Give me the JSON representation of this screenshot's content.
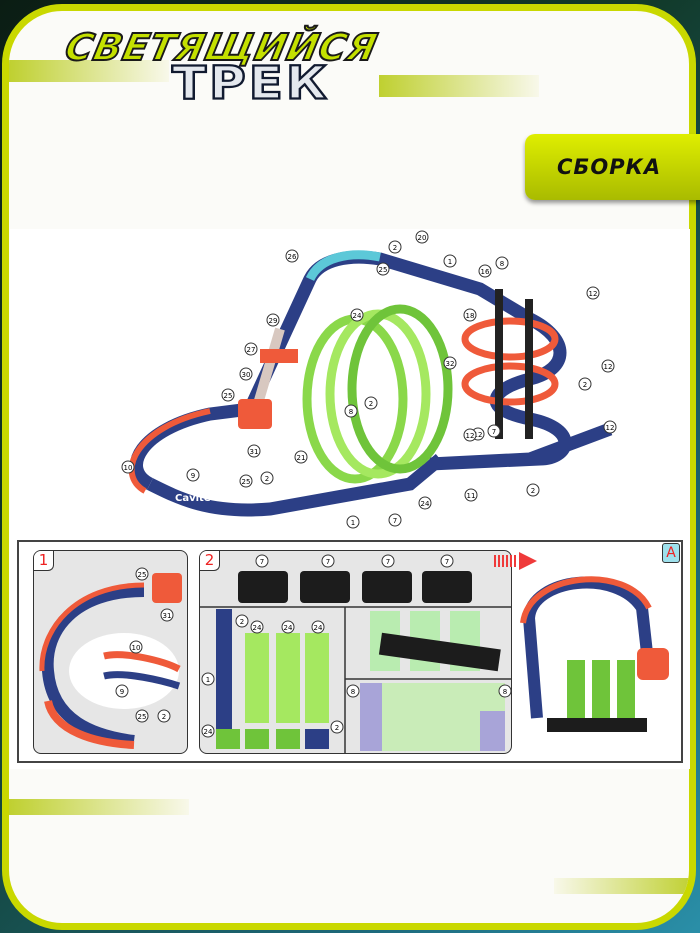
{
  "header": {
    "title_line1": "СВЕТЯЩИЙСЯ",
    "title_line2": "ТРЕК"
  },
  "section_badge": "СБОРКА",
  "overview_callouts": [
    "26",
    "2",
    "20",
    "1",
    "8",
    "16",
    "25",
    "12",
    "29",
    "24",
    "18",
    "27",
    "32",
    "12",
    "30",
    "2",
    "25",
    "8",
    "2",
    "12",
    "7",
    "12",
    "31",
    "21",
    "12",
    "10",
    "9",
    "25",
    "2",
    "11",
    "2",
    "7",
    "1",
    "24"
  ],
  "brand_on_track": "Cavite TRACK",
  "steps": {
    "step1": {
      "number": "1",
      "callouts": [
        "25",
        "31",
        "10",
        "9",
        "25",
        "2"
      ]
    },
    "step2": {
      "number": "2",
      "top_callouts": [
        "7",
        "7",
        "7",
        "7"
      ],
      "left_callouts": [
        "2",
        "24",
        "24",
        "24",
        "1",
        "24",
        "2"
      ],
      "bottom_right_callouts": [
        "8",
        "8"
      ]
    },
    "result": {
      "label": "A"
    }
  },
  "colors": {
    "frame": "#c9d800",
    "track_blue": "#2c3f86",
    "rail_orange": "#ef5a3a",
    "glow_green": "#9ee45a",
    "base_black": "#1c1c1c"
  }
}
